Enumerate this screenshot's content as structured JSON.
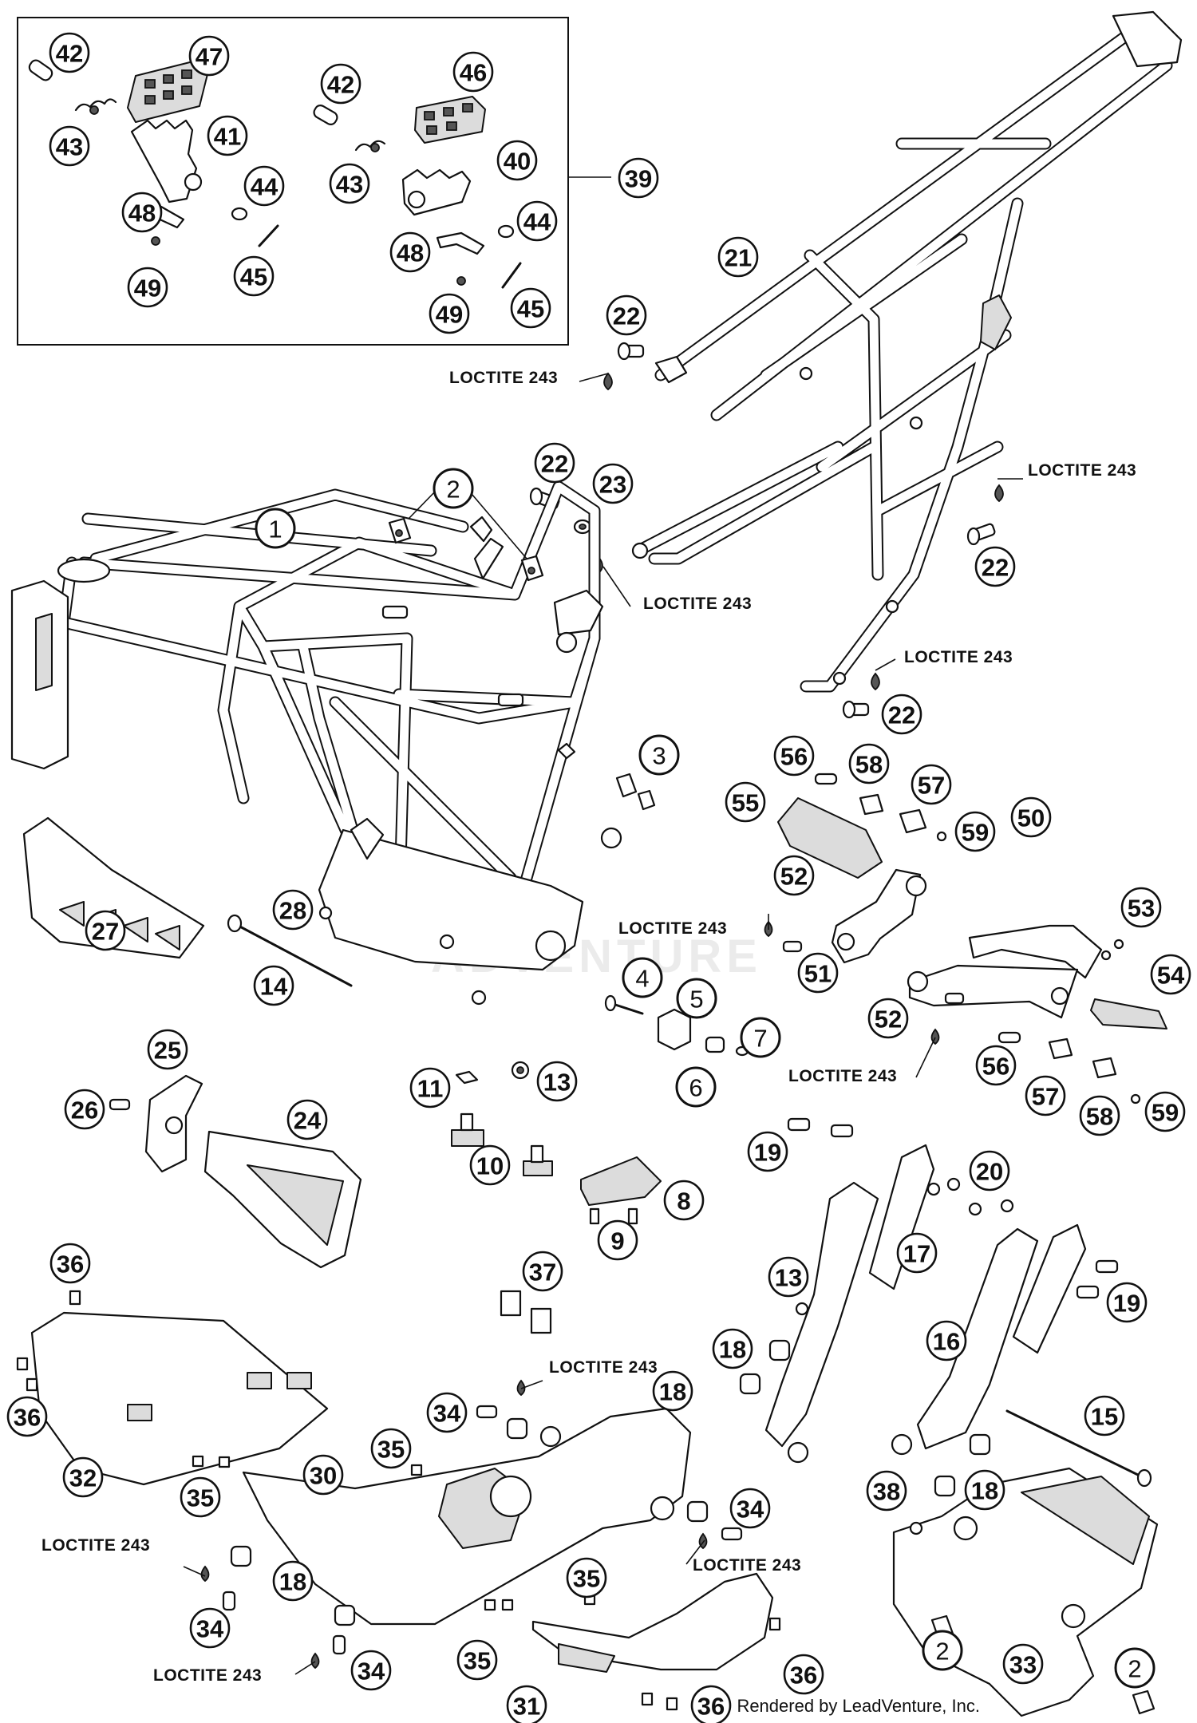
{
  "diagram": {
    "loctite_label": "LOCTITE 243",
    "footer": "Rendered by LeadVenture, Inc.",
    "watermark": "ADVENTURE",
    "callouts": [
      {
        "id": "c42a",
        "label": "42"
      },
      {
        "id": "c47",
        "label": "47"
      },
      {
        "id": "c43a",
        "label": "43"
      },
      {
        "id": "c41",
        "label": "41"
      },
      {
        "id": "c44a",
        "label": "44"
      },
      {
        "id": "c48a",
        "label": "48"
      },
      {
        "id": "c45a",
        "label": "45"
      },
      {
        "id": "c49a",
        "label": "49"
      },
      {
        "id": "c42b",
        "label": "42"
      },
      {
        "id": "c46",
        "label": "46"
      },
      {
        "id": "c43b",
        "label": "43"
      },
      {
        "id": "c40",
        "label": "40"
      },
      {
        "id": "c39",
        "label": "39"
      },
      {
        "id": "c44b",
        "label": "44"
      },
      {
        "id": "c48b",
        "label": "48"
      },
      {
        "id": "c49b",
        "label": "49"
      },
      {
        "id": "c45b",
        "label": "45"
      },
      {
        "id": "c21",
        "label": "21"
      },
      {
        "id": "c22a",
        "label": "22"
      },
      {
        "id": "c22b",
        "label": "22"
      },
      {
        "id": "c23",
        "label": "23"
      },
      {
        "id": "c1",
        "label": "1"
      },
      {
        "id": "c2a",
        "label": "2"
      },
      {
        "id": "c22c",
        "label": "22"
      },
      {
        "id": "c22d",
        "label": "22"
      },
      {
        "id": "c3",
        "label": "3"
      },
      {
        "id": "c56a",
        "label": "56"
      },
      {
        "id": "c58a",
        "label": "58"
      },
      {
        "id": "c57a",
        "label": "57"
      },
      {
        "id": "c55",
        "label": "55"
      },
      {
        "id": "c59a",
        "label": "59"
      },
      {
        "id": "c50",
        "label": "50"
      },
      {
        "id": "c52a",
        "label": "52"
      },
      {
        "id": "c53",
        "label": "53"
      },
      {
        "id": "c28",
        "label": "28"
      },
      {
        "id": "c27",
        "label": "27"
      },
      {
        "id": "c51",
        "label": "51"
      },
      {
        "id": "c54",
        "label": "54"
      },
      {
        "id": "c14",
        "label": "14"
      },
      {
        "id": "c4",
        "label": "4"
      },
      {
        "id": "c5",
        "label": "5"
      },
      {
        "id": "c52b",
        "label": "52"
      },
      {
        "id": "c7",
        "label": "7"
      },
      {
        "id": "c56b",
        "label": "56"
      },
      {
        "id": "c6",
        "label": "6"
      },
      {
        "id": "c25",
        "label": "25"
      },
      {
        "id": "c11",
        "label": "11"
      },
      {
        "id": "c13a",
        "label": "13"
      },
      {
        "id": "c26",
        "label": "26"
      },
      {
        "id": "c24",
        "label": "24"
      },
      {
        "id": "c57b",
        "label": "57"
      },
      {
        "id": "c58b",
        "label": "58"
      },
      {
        "id": "c59b",
        "label": "59"
      },
      {
        "id": "c10",
        "label": "10"
      },
      {
        "id": "c19a",
        "label": "19"
      },
      {
        "id": "c20",
        "label": "20"
      },
      {
        "id": "c8",
        "label": "8"
      },
      {
        "id": "c9",
        "label": "9"
      },
      {
        "id": "c17",
        "label": "17"
      },
      {
        "id": "c37",
        "label": "37"
      },
      {
        "id": "c13b",
        "label": "13"
      },
      {
        "id": "c36a",
        "label": "36"
      },
      {
        "id": "c19b",
        "label": "19"
      },
      {
        "id": "c16",
        "label": "16"
      },
      {
        "id": "c18a",
        "label": "18"
      },
      {
        "id": "c34a",
        "label": "34"
      },
      {
        "id": "c18b",
        "label": "18"
      },
      {
        "id": "c36b",
        "label": "36"
      },
      {
        "id": "c15",
        "label": "15"
      },
      {
        "id": "c35a",
        "label": "35"
      },
      {
        "id": "c30",
        "label": "30"
      },
      {
        "id": "c32",
        "label": "32"
      },
      {
        "id": "c18c",
        "label": "18"
      },
      {
        "id": "c35b",
        "label": "35"
      },
      {
        "id": "c34b",
        "label": "34"
      },
      {
        "id": "c38",
        "label": "38"
      },
      {
        "id": "c18d",
        "label": "18"
      },
      {
        "id": "c35c",
        "label": "35"
      },
      {
        "id": "c34c",
        "label": "34"
      },
      {
        "id": "c34d",
        "label": "34"
      },
      {
        "id": "c35d",
        "label": "35"
      },
      {
        "id": "c36c",
        "label": "36"
      },
      {
        "id": "c2b",
        "label": "2"
      },
      {
        "id": "c33",
        "label": "33"
      },
      {
        "id": "c2c",
        "label": "2"
      },
      {
        "id": "c31",
        "label": "31"
      },
      {
        "id": "c36d",
        "label": "36"
      }
    ]
  }
}
